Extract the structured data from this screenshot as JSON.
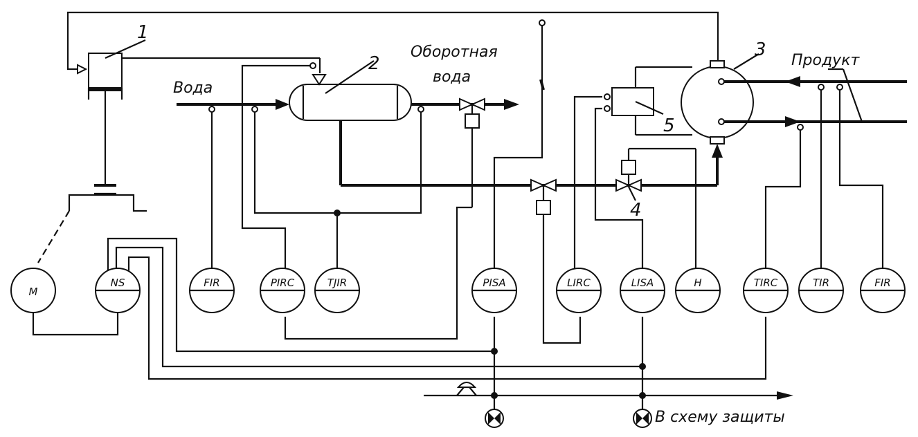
{
  "labels": {
    "water": "Вода",
    "return_water_1": "Оборотная",
    "return_water_2": "вода",
    "product": "Продукт",
    "protection": "В схему защиты"
  },
  "numbers": {
    "n1": "1",
    "n2": "2",
    "n3": "3",
    "n4": "4",
    "n5": "5"
  },
  "instruments": [
    {
      "tag": "M"
    },
    {
      "tag": "NS"
    },
    {
      "tag": "FIR"
    },
    {
      "tag": "PIRC"
    },
    {
      "tag": "TJIR"
    },
    {
      "tag": "PISA"
    },
    {
      "tag": "LIRC"
    },
    {
      "tag": "LISA"
    },
    {
      "tag": "H"
    },
    {
      "tag": "TIRC"
    },
    {
      "tag": "TIR"
    },
    {
      "tag": "FIR"
    }
  ]
}
